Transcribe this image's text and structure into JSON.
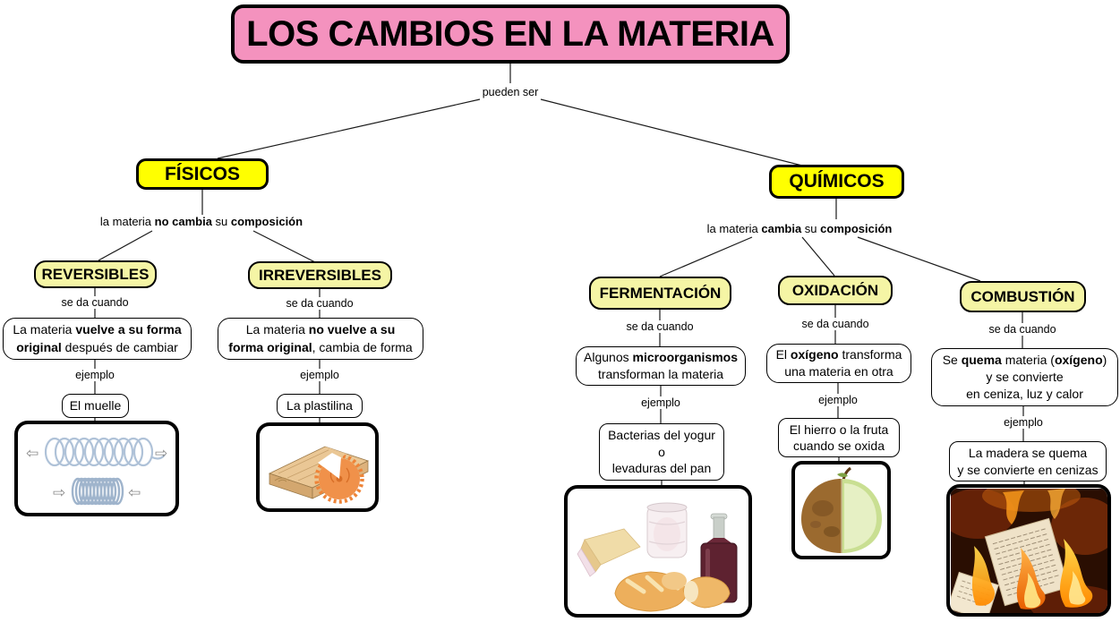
{
  "title": "LOS CAMBIOS EN LA MATERIA",
  "labels": {
    "pueden_ser": "pueden ser",
    "se_da_cuando": "se da cuando",
    "ejemplo": "ejemplo"
  },
  "colors": {
    "title_bg": "#F492BE",
    "category_bg": "#FFFF00",
    "subcategory_bg": "#F5F5A5",
    "line_color": "#000000"
  },
  "fisicos": {
    "label": "FÍSICOS",
    "note": [
      "la materia ",
      "no cambia",
      " su ",
      "composición"
    ],
    "reversibles": {
      "label": "REVERSIBLES",
      "when_l1": [
        "La materia ",
        "vuelve a su forma"
      ],
      "when_l2": [
        "original",
        " después de cambiar"
      ],
      "example": "El muelle",
      "image": "spring-stretched-and-compressed-with-arrows"
    },
    "irreversibles": {
      "label": "IRREVERSIBLES",
      "when_l1": [
        "La materia ",
        "no vuelve a su"
      ],
      "when_l2": [
        "forma original",
        ", cambia de forma"
      ],
      "example": "La plastilina",
      "image": "wood-plank-cut-by-circular-saw"
    }
  },
  "quimicos": {
    "label": "QUÍMICOS",
    "note": [
      "la materia ",
      "cambia",
      " su ",
      "composición"
    ],
    "fermentacion": {
      "label": "FERMENTACIÓN",
      "when_l1": [
        "Algunos ",
        "microorganismos"
      ],
      "when_l2": "transforman la materia",
      "example_lines": [
        "Bacterias del yogur",
        "o",
        "levaduras del pan"
      ],
      "image": "bread-yogurt-cheese-and-wine"
    },
    "oxidacion": {
      "label": "OXIDACIÓN",
      "when_l1": [
        "El ",
        "oxígeno",
        " transforma"
      ],
      "when_l2": "una materia en otra",
      "example_lines": [
        "El hierro o la fruta",
        "cuando se oxida"
      ],
      "image": "apple-half-rotten-half-fresh"
    },
    "combustion": {
      "label": "COMBUSTIÓN",
      "when_l1": [
        "Se ",
        "quema",
        " materia (",
        "oxígeno",
        ")"
      ],
      "when_l2": "y se convierte",
      "when_l3": "en ceniza, luz y calor",
      "example_lines": [
        "La madera se quema",
        "y se convierte en cenizas"
      ],
      "image": "burning-paper-in-fire"
    }
  }
}
